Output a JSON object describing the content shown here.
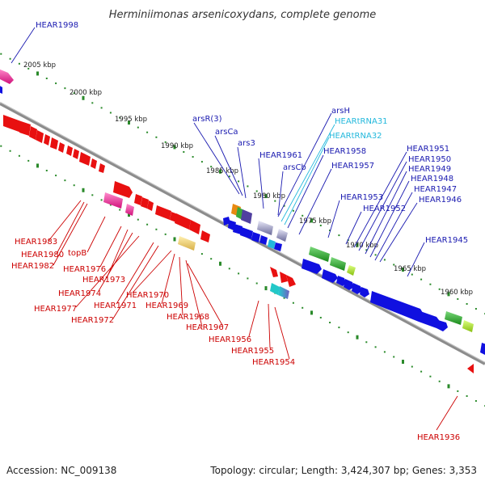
{
  "title": "Herminiimonas arsenicoxydans, complete genome",
  "footer": {
    "accession": "Accession: NC_009138",
    "topology": "Topology: circular; Length: 3,424,307 bp; Genes: 3,353"
  },
  "colors": {
    "backbone": "#888888",
    "ticks": "#2a8a2a",
    "forward_gene": "#1010e0",
    "reverse_gene": "#e01010",
    "label_forward": "#1a1ab0",
    "label_reverse": "#cc0000",
    "label_rna": "#22b8dc",
    "pink_gene": "#e8288c",
    "green_gene": "#3aaa3a",
    "lightgreen_gene": "#a8e020"
  },
  "scale_labels": [
    "2005 kbp",
    "2000 kbp",
    "1995 kbp",
    "1990 kbp",
    "1985 kbp",
    "1980 kbp",
    "1975 kbp",
    "1970 kbp",
    "1965 kbp",
    "1960 kbp"
  ],
  "forward_labels": [
    "HEAR1998",
    "arsR(3)",
    "arsCa",
    "arsCb",
    "ars3",
    "HEAR1961",
    "arsH",
    "HEARtRNA31",
    "HEARtRNA32",
    "HEAR1958",
    "HEAR1957",
    "HEAR1953",
    "HEAR1952",
    "HEAR1951",
    "HEAR1950",
    "HEAR1949",
    "HEAR1948",
    "HEAR1947",
    "HEAR1946",
    "HEAR1945"
  ],
  "reverse_labels": [
    "HEAR1983",
    "HEAR1980",
    "HEAR1982",
    "topB",
    "HEAR1976",
    "HEAR1973",
    "HEAR1974",
    "HEAR1977",
    "HEAR1971",
    "HEAR1972",
    "HEAR1970",
    "HEAR1969",
    "HEAR1968",
    "HEAR1967",
    "HEAR1956",
    "HEAR1955",
    "HEAR1954",
    "HEAR1936"
  ]
}
